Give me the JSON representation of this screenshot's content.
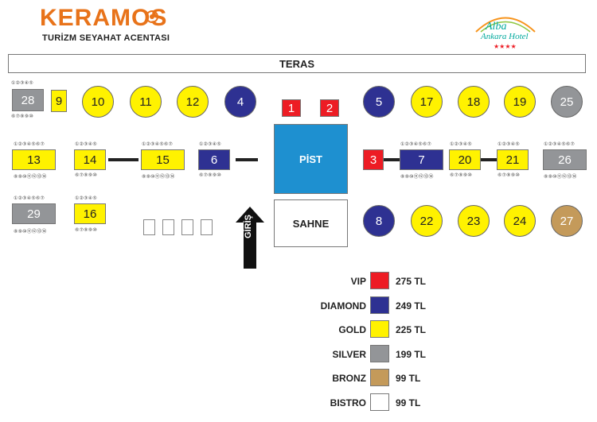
{
  "header": {
    "brand": "KERAMOS",
    "brand_sub": "TURİZM SEYAHAT ACENTASI",
    "hotel_name_1": "Alba",
    "hotel_name_2": "Ankara Hotel",
    "hotel_stars": "★★★★"
  },
  "layout": {
    "teras": "TERAS",
    "pist": "PİST",
    "sahne": "SAHNE",
    "giris": "GİRİŞ"
  },
  "tables": {
    "t1": "1",
    "t2": "2",
    "t3": "3",
    "t4": "4",
    "t5": "5",
    "t6": "6",
    "t7": "7",
    "t8": "8",
    "t9": "9",
    "t10": "10",
    "t11": "11",
    "t12": "12",
    "t13": "13",
    "t14": "14",
    "t15": "15",
    "t16": "16",
    "t17": "17",
    "t18": "18",
    "t19": "19",
    "t20": "20",
    "t21": "21",
    "t22": "22",
    "t23": "23",
    "t24": "24",
    "t25": "25",
    "t26": "26",
    "t27": "27",
    "t28": "28",
    "t29": "29"
  },
  "seats": {
    "s5": "①②③④⑤",
    "s5b": "⑥⑦⑧⑨⑩",
    "s7": "①②③④⑤⑥⑦",
    "s7b": "⑧⑨⑩⑪⑫⑬⑭"
  },
  "legend": [
    {
      "label": "VIP",
      "price": "275 TL",
      "color": "#ed1c24"
    },
    {
      "label": "DIAMOND",
      "price": "249 TL",
      "color": "#2e3192"
    },
    {
      "label": "GOLD",
      "price": "225 TL",
      "color": "#fff200"
    },
    {
      "label": "SILVER",
      "price": "199 TL",
      "color": "#939598"
    },
    {
      "label": "BRONZ",
      "price": "99 TL",
      "color": "#c49a5a"
    },
    {
      "label": "BISTRO",
      "price": "99 TL",
      "color": "#ffffff"
    }
  ]
}
